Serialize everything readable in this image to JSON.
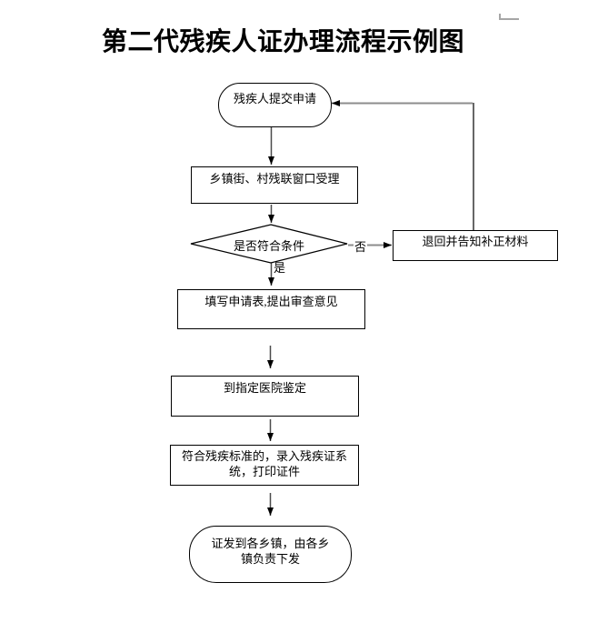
{
  "document": {
    "title": "第二代残疾人证办理流程示例图"
  },
  "flowchart": {
    "nodes": {
      "start": {
        "type": "terminator",
        "label": "残疾人提交申请"
      },
      "accept": {
        "type": "process",
        "label": "乡镇街、村残联窗口受理"
      },
      "decision": {
        "type": "decision",
        "label": "是否符合条件"
      },
      "return_fix": {
        "type": "process",
        "label": "退回并告知补正材料"
      },
      "fill_form": {
        "type": "process",
        "label": "填写申请表,提出审查意见"
      },
      "hospital": {
        "type": "process",
        "label": "到指定医院鉴定"
      },
      "record_print": {
        "type": "process",
        "lines": [
          "符合残疾标准的，录入残疾证系",
          "统，打印证件"
        ]
      },
      "distribute": {
        "type": "terminator",
        "lines": [
          "证发到各乡镇，由各乡",
          "镇负责下发"
        ]
      }
    },
    "edge_labels": {
      "yes": "是",
      "no": "否"
    }
  },
  "colors": {
    "background": "#ffffff",
    "shape_border": "#000000",
    "shape_fill": "#ffffff",
    "main_connector": "#4a4a4a",
    "branch_connector": "#8c8c8c",
    "arrowhead": "#000000",
    "corner_mark": "#a6a6a6",
    "text": "#000000"
  }
}
